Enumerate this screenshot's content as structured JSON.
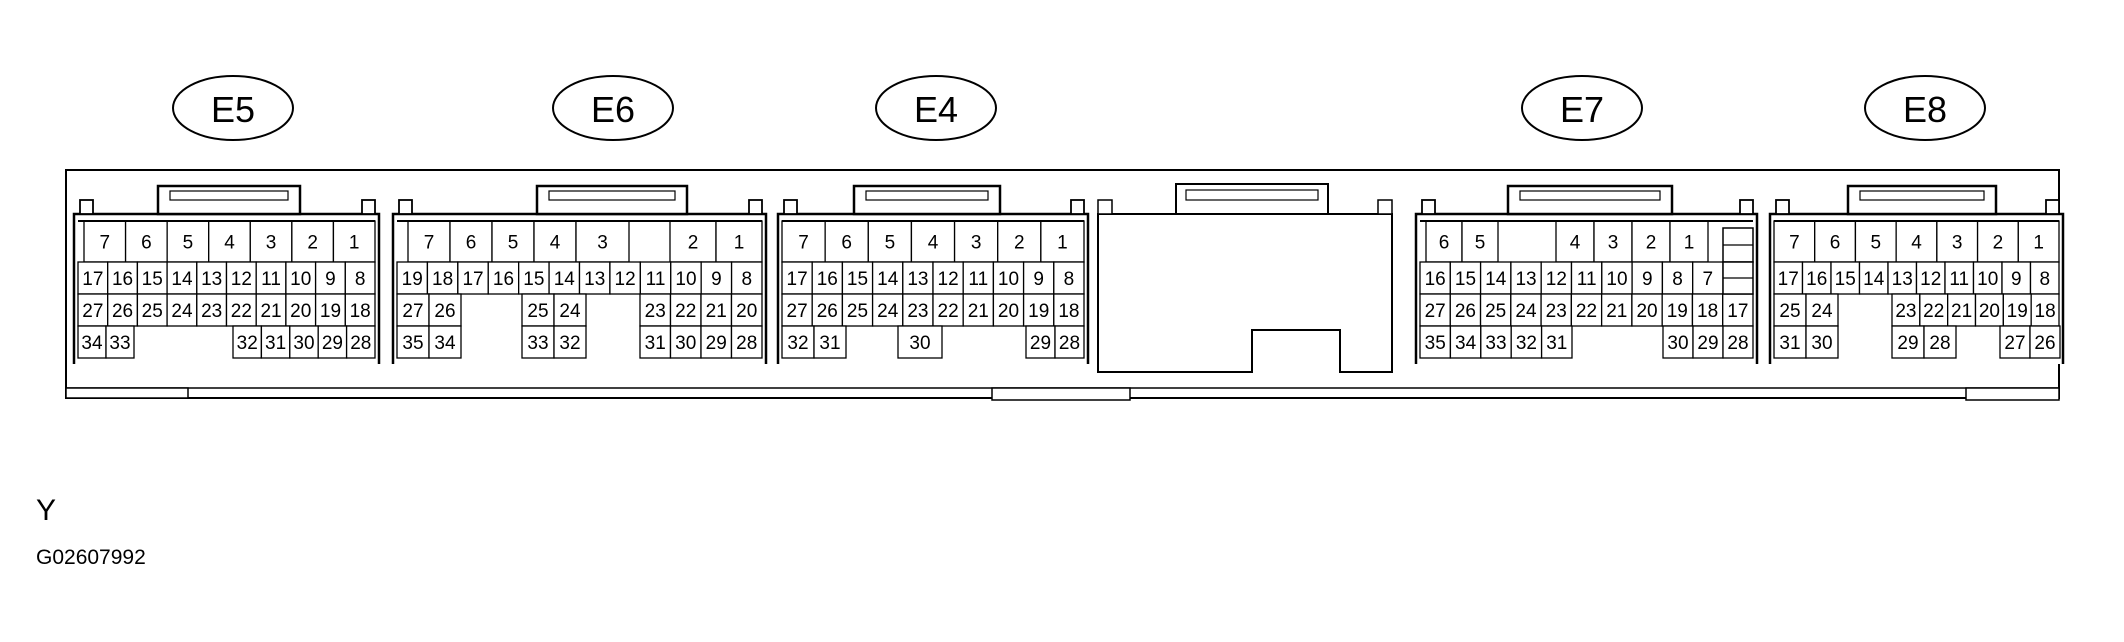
{
  "connectors": [
    {
      "id": "E5",
      "rows": [
        [
          "7",
          "6",
          "5",
          "4",
          "3",
          "2",
          "1"
        ],
        [
          "17",
          "16",
          "15",
          "14",
          "13",
          "12",
          "11",
          "10",
          "9",
          "8"
        ],
        [
          "27",
          "26",
          "25",
          "24",
          "23",
          "22",
          "21",
          "20",
          "19",
          "18"
        ],
        [
          "34",
          "33",
          "32",
          "31",
          "30",
          "29",
          "28"
        ]
      ]
    },
    {
      "id": "E6",
      "rows": [
        [
          "7",
          "6",
          "5",
          "4",
          "3",
          "2",
          "1"
        ],
        [
          "19",
          "18",
          "17",
          "16",
          "15",
          "14",
          "13",
          "12",
          "11",
          "10",
          "9",
          "8"
        ],
        [
          "27",
          "26",
          "25",
          "24",
          "23",
          "22",
          "21",
          "20"
        ],
        [
          "35",
          "34",
          "33",
          "32",
          "31",
          "30",
          "29",
          "28"
        ]
      ]
    },
    {
      "id": "E4",
      "rows": [
        [
          "7",
          "6",
          "5",
          "4",
          "3",
          "2",
          "1"
        ],
        [
          "17",
          "16",
          "15",
          "14",
          "13",
          "12",
          "11",
          "10",
          "9",
          "8"
        ],
        [
          "27",
          "26",
          "25",
          "24",
          "23",
          "22",
          "21",
          "20",
          "19",
          "18"
        ],
        [
          "32",
          "31",
          "30",
          "29",
          "28"
        ]
      ]
    },
    {
      "id": "E7",
      "rows": [
        [
          "6",
          "5",
          "4",
          "3",
          "2",
          "1"
        ],
        [
          "16",
          "15",
          "14",
          "13",
          "12",
          "11",
          "10",
          "9",
          "8",
          "7"
        ],
        [
          "27",
          "26",
          "25",
          "24",
          "23",
          "22",
          "21",
          "20",
          "19",
          "18",
          "17"
        ],
        [
          "35",
          "34",
          "33",
          "32",
          "31",
          "30",
          "29",
          "28"
        ]
      ]
    },
    {
      "id": "E8",
      "rows": [
        [
          "7",
          "6",
          "5",
          "4",
          "3",
          "2",
          "1"
        ],
        [
          "17",
          "16",
          "15",
          "14",
          "13",
          "12",
          "11",
          "10",
          "9",
          "8"
        ],
        [
          "25",
          "24",
          "23",
          "22",
          "21",
          "20",
          "19",
          "18"
        ],
        [
          "31",
          "30",
          "29",
          "28",
          "27",
          "26"
        ]
      ]
    }
  ],
  "footer": {
    "marker": "Y",
    "code": "G02607992"
  }
}
